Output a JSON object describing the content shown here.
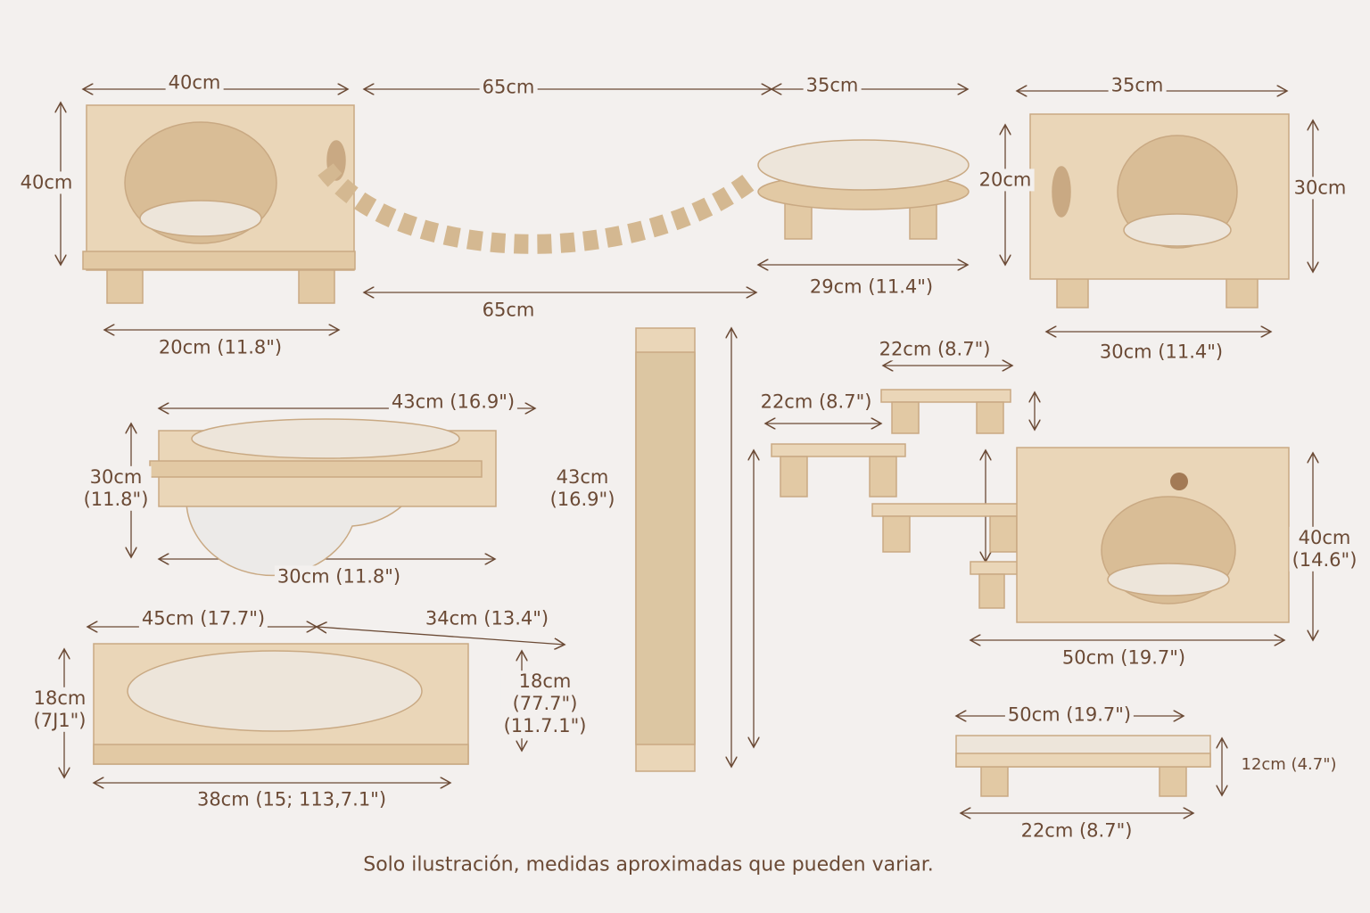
{
  "colors": {
    "background": "#f3f0ee",
    "ink": "#6b4a35",
    "wood": "#ead6b8",
    "wood_dark": "#d9bd96",
    "cushion": "#ede5da",
    "sisal": "#dcc6a2"
  },
  "labels": {
    "house1_width": "40cm",
    "bridge_top": "65cm",
    "bed_round_top": "35cm",
    "house1_height": "40cm",
    "bridge_bottom": "65cm",
    "bed_round_bottom": "29cm (11.4\")",
    "house1_bottom": "20cm (11.8\")",
    "house2_width": "35cm",
    "house2_step_height": "20cm",
    "house2_height": "30cm",
    "house2_bottom": "30cm (11.4\")",
    "hammock_top": "43cm (16.9\")",
    "hammock_height": "30cm\n(11.8\")",
    "post_height": "43cm\n(16.9\")",
    "hammock_bottom": "30cm (11.8\")",
    "steps_top": "22cm (8.7\")",
    "steps_left": "22cm (8.7\")",
    "house3_height": "40cm\n(14.6\")",
    "house3_bottom": "50cm (19.7\")",
    "sofa_left_top": "45cm (17.7\")",
    "sofa_right_top": "34cm (13.4\")",
    "sofa_height_left": "18cm\n(7J1\")",
    "sofa_height_right": "18cm\n(77.7\")\n(11.7.1\")",
    "sofa_bottom": "38cm (15; 113,7.1\")",
    "shelf_top": "50cm (19.7\")",
    "shelf_height": "12cm (4.7\")",
    "shelf_bottom": "22cm (8.7\")"
  },
  "caption": "Solo ilustración, medidas aproximadas que pueden variar."
}
